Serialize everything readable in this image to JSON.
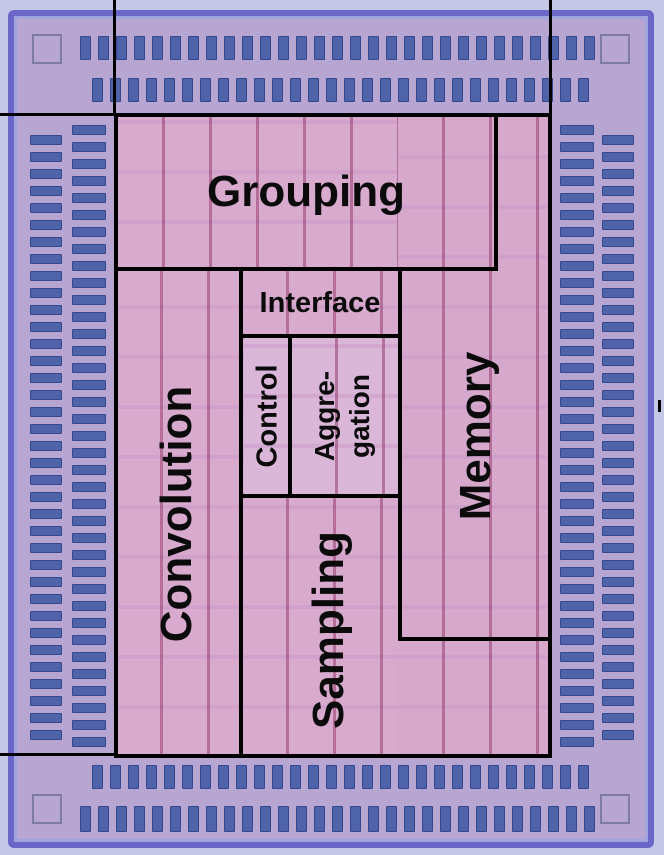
{
  "blocks": {
    "grouping": "Grouping",
    "interface": "Interface",
    "control": "Control",
    "aggregation_line1": "Aggre-",
    "aggregation_line2": "gation",
    "convolution": "Convolution",
    "sampling": "Sampling",
    "memory": "Memory"
  },
  "colors": {
    "die_background": "#b7a5d2",
    "block_fill": "#d8aacd",
    "pad": "#4e63a9",
    "seal_ring": "#6b66c8",
    "outline": "#000000"
  }
}
